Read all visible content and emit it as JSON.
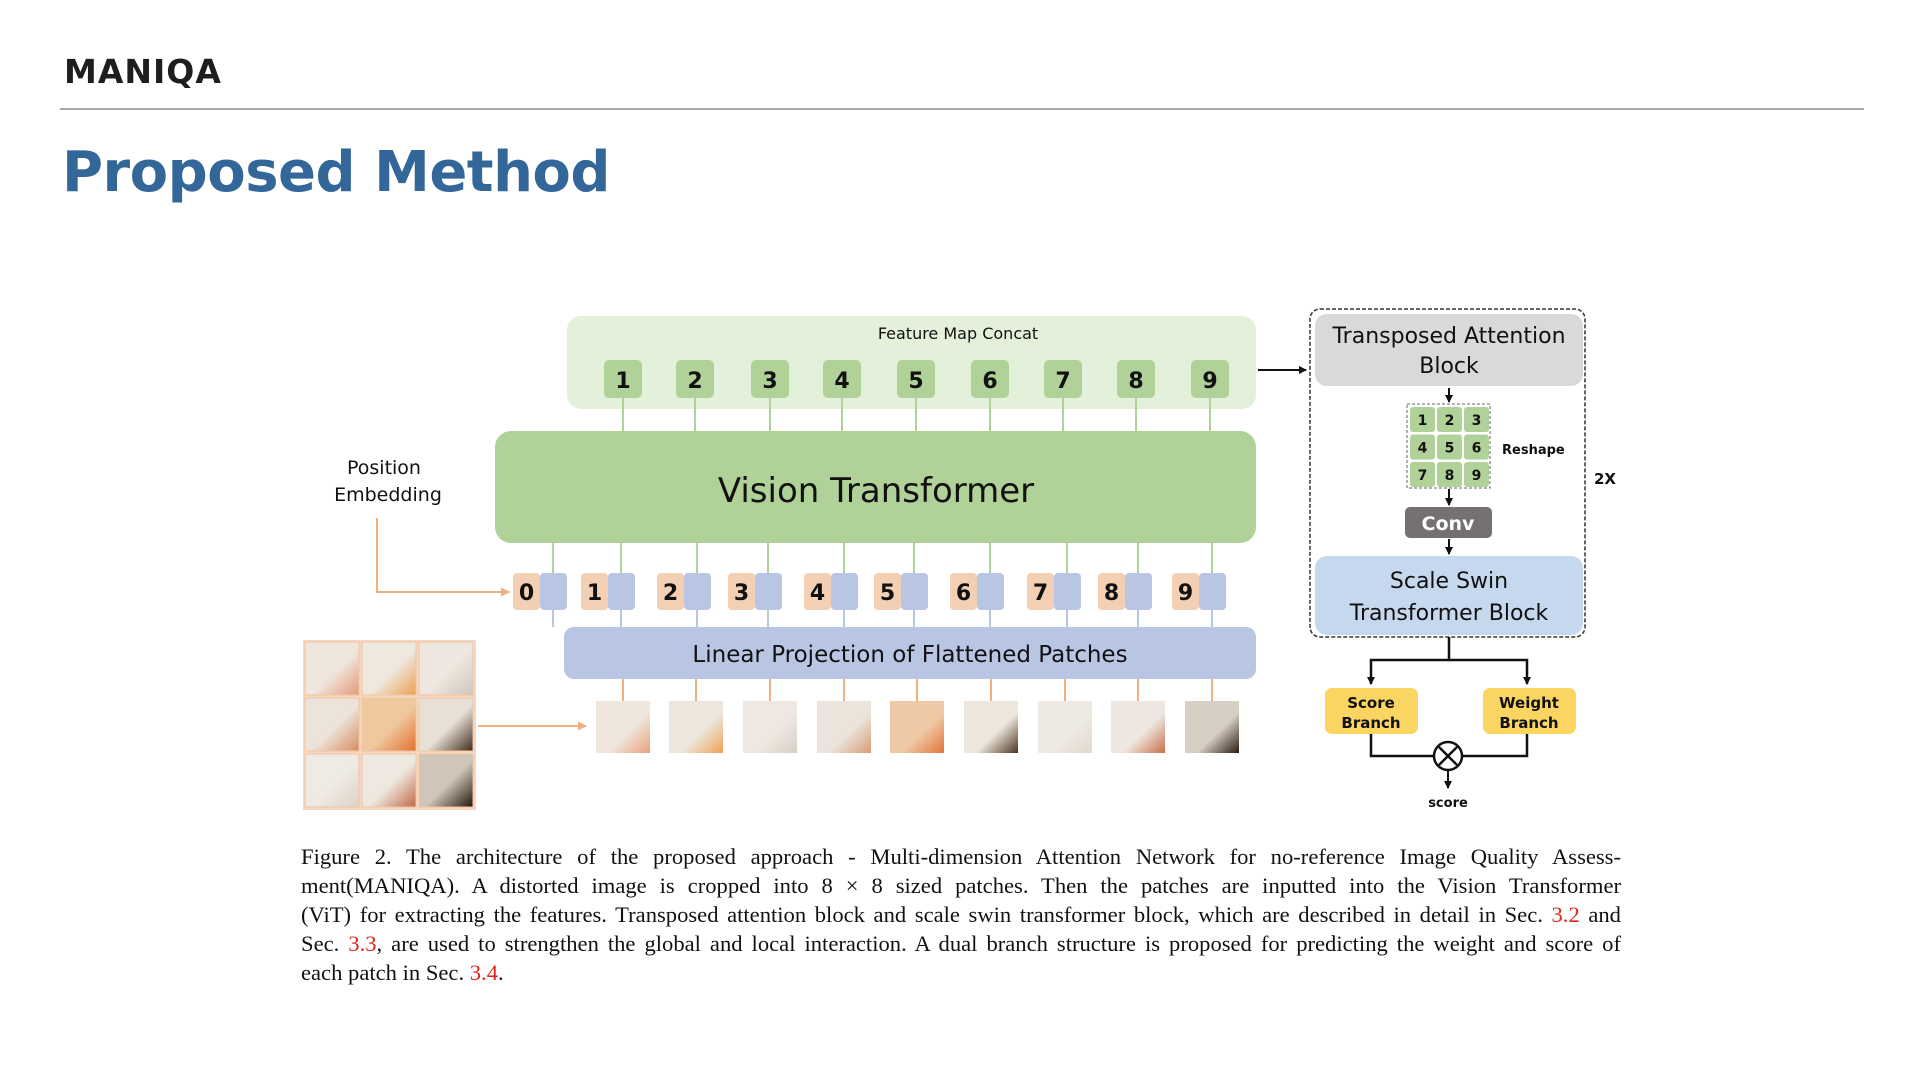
{
  "header": {
    "deck_title": "MANIQA",
    "slide_title": "Proposed Method"
  },
  "figure": {
    "feature_concat_label": "Feature Map Concat",
    "feature_tokens": [
      "1",
      "2",
      "3",
      "4",
      "5",
      "6",
      "7",
      "8",
      "9"
    ],
    "vit_label": "Vision Transformer",
    "position_embedding_label": [
      "Position",
      "Embedding"
    ],
    "position_tokens": [
      "0",
      "1",
      "2",
      "3",
      "4",
      "5",
      "6",
      "7",
      "8",
      "9"
    ],
    "linear_projection_label": "Linear Projection of Flattened Patches",
    "patch_count": 9,
    "tab_label": [
      "Transposed Attention",
      "Block"
    ],
    "reshape_grid": [
      "1",
      "2",
      "3",
      "4",
      "5",
      "6",
      "7",
      "8",
      "9"
    ],
    "reshape_label": "Reshape",
    "repeat_label": "2X",
    "conv_label": "Conv",
    "sst_label": [
      "Scale Swin",
      "Transformer Block"
    ],
    "score_branch_label": [
      "Score",
      "Branch"
    ],
    "weight_branch_label": [
      "Weight",
      "Branch"
    ],
    "multiply_symbol": "⊗",
    "output_label": "score",
    "colors": {
      "concat_bg": "#e3f0da",
      "green_token": "#b0d197",
      "vit_bg": "#b0d197",
      "orange_token": "#f3cfb4",
      "blue_token": "#b8c6e4",
      "linear_bg": "#b8c6e4",
      "tab_bg": "#d9d9d9",
      "conv_bg": "#767171",
      "sst_bg": "#c5d8ee",
      "branch_bg": "#fad561",
      "orange_line": "#f2b07f",
      "title_blue": "#336699",
      "ref_red": "#e0241b"
    }
  },
  "caption": {
    "lines": [
      [
        {
          "t": "Figure 2.  The architecture of the proposed approach - Multi-dimension Attention Network for no-reference Image Quality Assess-"
        }
      ],
      [
        {
          "t": "ment(MANIQA). A distorted image is cropped into 8 × 8 sized patches.  Then the patches are inputted into the Vision Transformer"
        }
      ],
      [
        {
          "t": "(ViT) for extracting the features. Transposed attention block and scale swin transformer block, which are described in detail in Sec. "
        },
        {
          "t": "3.2",
          "ref": true
        },
        {
          "t": " and"
        }
      ],
      [
        {
          "t": "Sec. "
        },
        {
          "t": "3.3",
          "ref": true
        },
        {
          "t": ", are used to strengthen the global and local interaction. A dual branch structure is proposed for predicting the weight and score of"
        }
      ],
      [
        {
          "t": "each patch in Sec. "
        },
        {
          "t": "3.4",
          "ref": true
        },
        {
          "t": "."
        }
      ]
    ]
  }
}
